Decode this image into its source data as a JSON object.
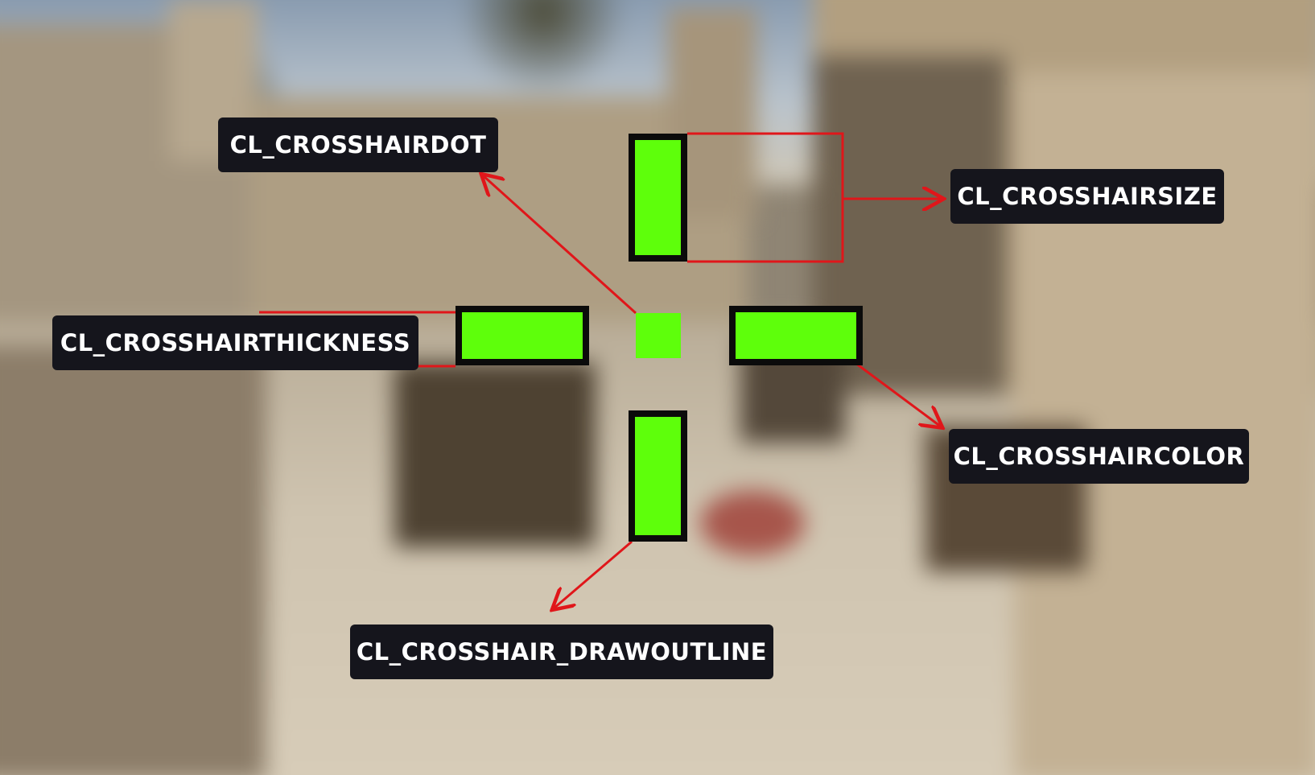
{
  "labels": {
    "crosshairdot": "CL_CROSSHAIRDOT",
    "crosshairsize": "CL_CROSSHAIRSIZE",
    "crosshairthickness": "CL_CROSSHAIRTHICKNESS",
    "crosshaircolor": "CL_CROSSHAIRCOLOR",
    "crosshair_drawoutline": "CL_CROSSHAIR_DRAWOUTLINE"
  },
  "colors": {
    "crosshair": "#5eff0b",
    "outline": "#0b0b0b",
    "arrow": "#e0161a",
    "label_bg": "#15151c",
    "label_text": "#ffffff"
  }
}
